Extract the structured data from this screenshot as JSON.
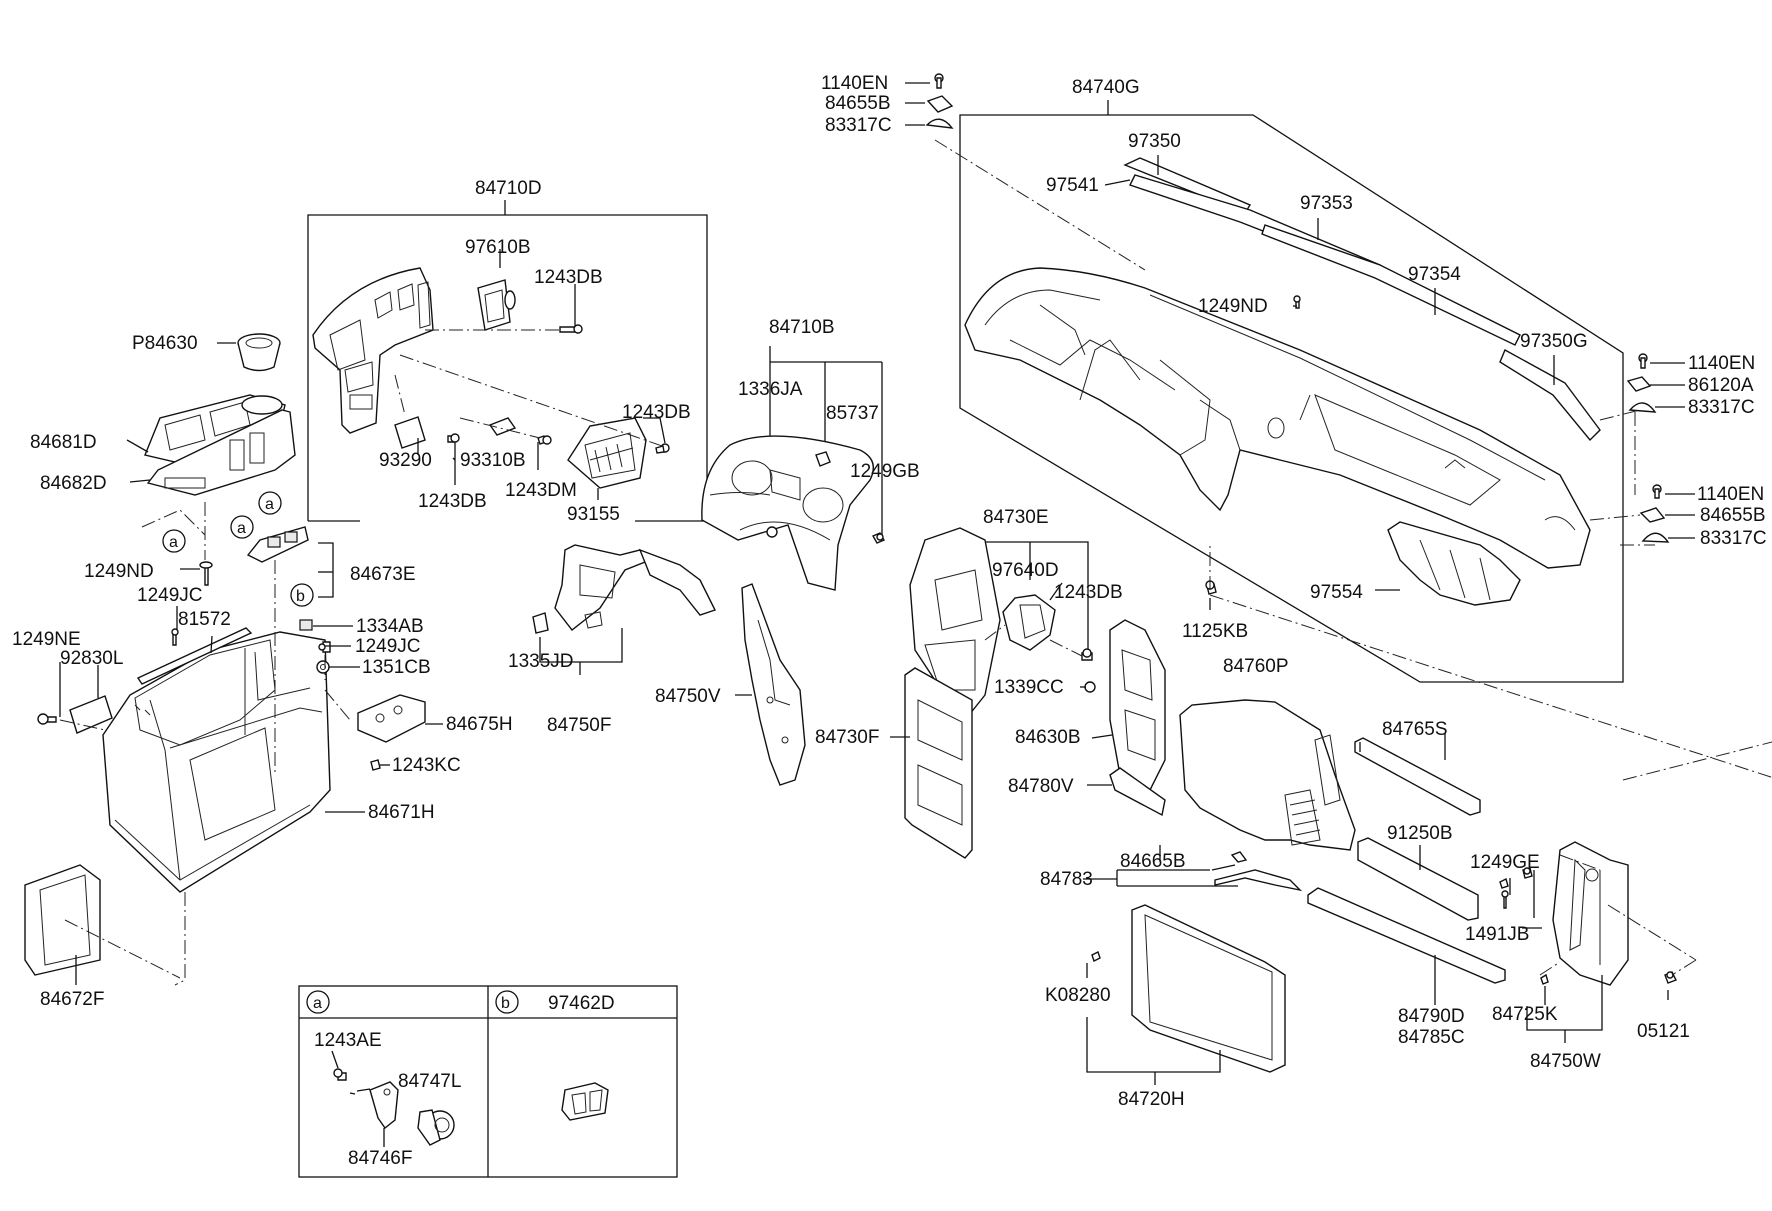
{
  "legend": {
    "a_marker": "a",
    "b_marker": "b",
    "b_part": "97462D",
    "a_parts": [
      "1243AE",
      "84747L",
      "84746F"
    ]
  },
  "labels": {
    "p84630": "P84630",
    "p84681D": "84681D",
    "p84682D": "84682D",
    "p1249ND_a": "1249ND",
    "p1249JC_a": "1249JC",
    "p81572": "81572",
    "p1249NE": "1249NE",
    "p92830L": "92830L",
    "p84673E": "84673E",
    "p1334AB": "1334AB",
    "p1249JC_b": "1249JC",
    "p1351CB": "1351CB",
    "p84675H": "84675H",
    "p1243KC": "1243KC",
    "p84671H": "84671H",
    "p84672F": "84672F",
    "p84710D": "84710D",
    "p97610B": "97610B",
    "p1243DB_1": "1243DB",
    "p1243DB_2": "1243DB",
    "p93290": "93290",
    "p93310B": "93310B",
    "p1243DB_3": "1243DB",
    "p1243DM": "1243DM",
    "p93155": "93155",
    "p84710B": "84710B",
    "p1336JA": "1336JA",
    "p85737": "85737",
    "p1249GB": "1249GB",
    "p1335JD": "1335JD",
    "p84750F": "84750F",
    "p84750V": "84750V",
    "p1140EN_t": "1140EN",
    "p84655B_t": "84655B",
    "p83317C_t": "83317C",
    "p84740G": "84740G",
    "p97350": "97350",
    "p97541": "97541",
    "p97353": "97353",
    "p97354": "97354",
    "p1249ND_b": "1249ND",
    "p97350G": "97350G",
    "p1140EN_r1": "1140EN",
    "p86120A": "86120A",
    "p83317C_r1": "83317C",
    "p1140EN_r2": "1140EN",
    "p84655B_r2": "84655B",
    "p83317C_r2": "83317C",
    "p97554": "97554",
    "p1125KB": "1125KB",
    "p84730E": "84730E",
    "p97640D": "97640D",
    "p1243DB_4": "1243DB",
    "p1339CC": "1339CC",
    "p84630B": "84630B",
    "p84730F": "84730F",
    "p84780V": "84780V",
    "p84760P": "84760P",
    "p84765S": "84765S",
    "p91250B": "91250B",
    "p1249GE": "1249GE",
    "p1491JB": "1491JB",
    "p84725K": "84725K",
    "p05121": "05121",
    "p84750W": "84750W",
    "p84783": "84783",
    "p84665B": "84665B",
    "p84790D": "84790D",
    "p84785C": "84785C",
    "pK08280": "K08280",
    "p84720H": "84720H"
  }
}
